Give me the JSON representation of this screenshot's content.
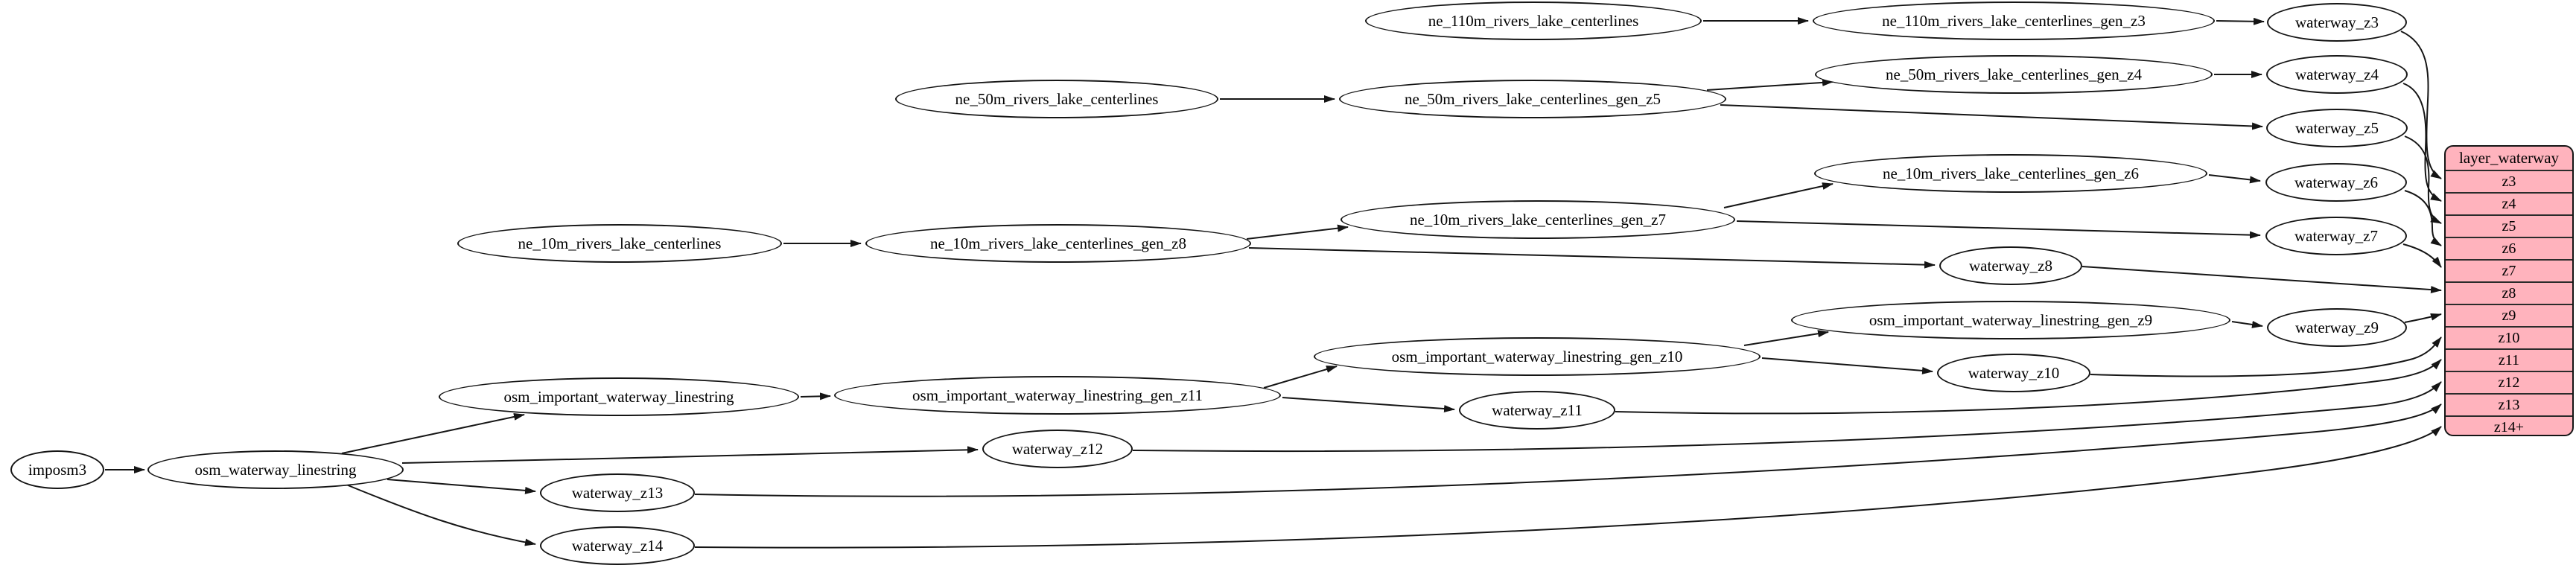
{
  "diagram": {
    "background_color": "#ffffff",
    "ellipse_fill": "#ffffff",
    "stroke_color": "#151515",
    "record_fill": "#ffb3bd"
  },
  "nodes": {
    "imposm3": {
      "label": "imposm3"
    },
    "osm_waterway_linestring": {
      "label": "osm_waterway_linestring"
    },
    "osm_important_waterway_linestring": {
      "label": "osm_important_waterway_linestring"
    },
    "osm_important_waterway_linestring_gen_z11": {
      "label": "osm_important_waterway_linestring_gen_z11"
    },
    "osm_important_waterway_linestring_gen_z10": {
      "label": "osm_important_waterway_linestring_gen_z10"
    },
    "osm_important_waterway_linestring_gen_z9": {
      "label": "osm_important_waterway_linestring_gen_z9"
    },
    "ne_110m_rivers_lake_centerlines": {
      "label": "ne_110m_rivers_lake_centerlines"
    },
    "ne_110m_rivers_lake_centerlines_gen_z3": {
      "label": "ne_110m_rivers_lake_centerlines_gen_z3"
    },
    "ne_50m_rivers_lake_centerlines": {
      "label": "ne_50m_rivers_lake_centerlines"
    },
    "ne_50m_rivers_lake_centerlines_gen_z5": {
      "label": "ne_50m_rivers_lake_centerlines_gen_z5"
    },
    "ne_50m_rivers_lake_centerlines_gen_z4": {
      "label": "ne_50m_rivers_lake_centerlines_gen_z4"
    },
    "ne_10m_rivers_lake_centerlines": {
      "label": "ne_10m_rivers_lake_centerlines"
    },
    "ne_10m_rivers_lake_centerlines_gen_z8": {
      "label": "ne_10m_rivers_lake_centerlines_gen_z8"
    },
    "ne_10m_rivers_lake_centerlines_gen_z7": {
      "label": "ne_10m_rivers_lake_centerlines_gen_z7"
    },
    "ne_10m_rivers_lake_centerlines_gen_z6": {
      "label": "ne_10m_rivers_lake_centerlines_gen_z6"
    },
    "waterway_z3": {
      "label": "waterway_z3"
    },
    "waterway_z4": {
      "label": "waterway_z4"
    },
    "waterway_z5": {
      "label": "waterway_z5"
    },
    "waterway_z6": {
      "label": "waterway_z6"
    },
    "waterway_z7": {
      "label": "waterway_z7"
    },
    "waterway_z8": {
      "label": "waterway_z8"
    },
    "waterway_z9": {
      "label": "waterway_z9"
    },
    "waterway_z10": {
      "label": "waterway_z10"
    },
    "waterway_z11": {
      "label": "waterway_z11"
    },
    "waterway_z12": {
      "label": "waterway_z12"
    },
    "waterway_z13": {
      "label": "waterway_z13"
    },
    "waterway_z14": {
      "label": "waterway_z14"
    }
  },
  "layer_waterway": {
    "title": "layer_waterway",
    "rows": [
      "z3",
      "z4",
      "z5",
      "z6",
      "z7",
      "z8",
      "z9",
      "z10",
      "z11",
      "z12",
      "z13",
      "z14+"
    ]
  },
  "edges": [
    {
      "from": "imposm3",
      "to": "osm_waterway_linestring"
    },
    {
      "from": "osm_waterway_linestring",
      "to": "osm_important_waterway_linestring"
    },
    {
      "from": "osm_waterway_linestring",
      "to": "waterway_z12"
    },
    {
      "from": "osm_waterway_linestring",
      "to": "waterway_z13"
    },
    {
      "from": "osm_waterway_linestring",
      "to": "waterway_z14"
    },
    {
      "from": "osm_important_waterway_linestring",
      "to": "osm_important_waterway_linestring_gen_z11"
    },
    {
      "from": "osm_important_waterway_linestring_gen_z11",
      "to": "osm_important_waterway_linestring_gen_z10"
    },
    {
      "from": "osm_important_waterway_linestring_gen_z11",
      "to": "waterway_z11"
    },
    {
      "from": "osm_important_waterway_linestring_gen_z10",
      "to": "osm_important_waterway_linestring_gen_z9"
    },
    {
      "from": "osm_important_waterway_linestring_gen_z10",
      "to": "waterway_z10"
    },
    {
      "from": "osm_important_waterway_linestring_gen_z9",
      "to": "waterway_z9"
    },
    {
      "from": "ne_110m_rivers_lake_centerlines",
      "to": "ne_110m_rivers_lake_centerlines_gen_z3"
    },
    {
      "from": "ne_110m_rivers_lake_centerlines_gen_z3",
      "to": "waterway_z3"
    },
    {
      "from": "ne_50m_rivers_lake_centerlines",
      "to": "ne_50m_rivers_lake_centerlines_gen_z5"
    },
    {
      "from": "ne_50m_rivers_lake_centerlines_gen_z5",
      "to": "ne_50m_rivers_lake_centerlines_gen_z4"
    },
    {
      "from": "ne_50m_rivers_lake_centerlines_gen_z5",
      "to": "waterway_z5"
    },
    {
      "from": "ne_50m_rivers_lake_centerlines_gen_z4",
      "to": "waterway_z4"
    },
    {
      "from": "ne_10m_rivers_lake_centerlines",
      "to": "ne_10m_rivers_lake_centerlines_gen_z8"
    },
    {
      "from": "ne_10m_rivers_lake_centerlines_gen_z8",
      "to": "ne_10m_rivers_lake_centerlines_gen_z7"
    },
    {
      "from": "ne_10m_rivers_lake_centerlines_gen_z8",
      "to": "waterway_z8"
    },
    {
      "from": "ne_10m_rivers_lake_centerlines_gen_z7",
      "to": "ne_10m_rivers_lake_centerlines_gen_z6"
    },
    {
      "from": "ne_10m_rivers_lake_centerlines_gen_z7",
      "to": "waterway_z7"
    },
    {
      "from": "ne_10m_rivers_lake_centerlines_gen_z6",
      "to": "waterway_z6"
    },
    {
      "from": "waterway_z3",
      "to": "layer_waterway.z3"
    },
    {
      "from": "waterway_z4",
      "to": "layer_waterway.z4"
    },
    {
      "from": "waterway_z5",
      "to": "layer_waterway.z5"
    },
    {
      "from": "waterway_z6",
      "to": "layer_waterway.z6"
    },
    {
      "from": "waterway_z7",
      "to": "layer_waterway.z7"
    },
    {
      "from": "waterway_z8",
      "to": "layer_waterway.z8"
    },
    {
      "from": "waterway_z9",
      "to": "layer_waterway.z9"
    },
    {
      "from": "waterway_z10",
      "to": "layer_waterway.z10"
    },
    {
      "from": "waterway_z11",
      "to": "layer_waterway.z11"
    },
    {
      "from": "waterway_z12",
      "to": "layer_waterway.z12"
    },
    {
      "from": "waterway_z13",
      "to": "layer_waterway.z13"
    },
    {
      "from": "waterway_z14",
      "to": "layer_waterway.z14+"
    }
  ]
}
